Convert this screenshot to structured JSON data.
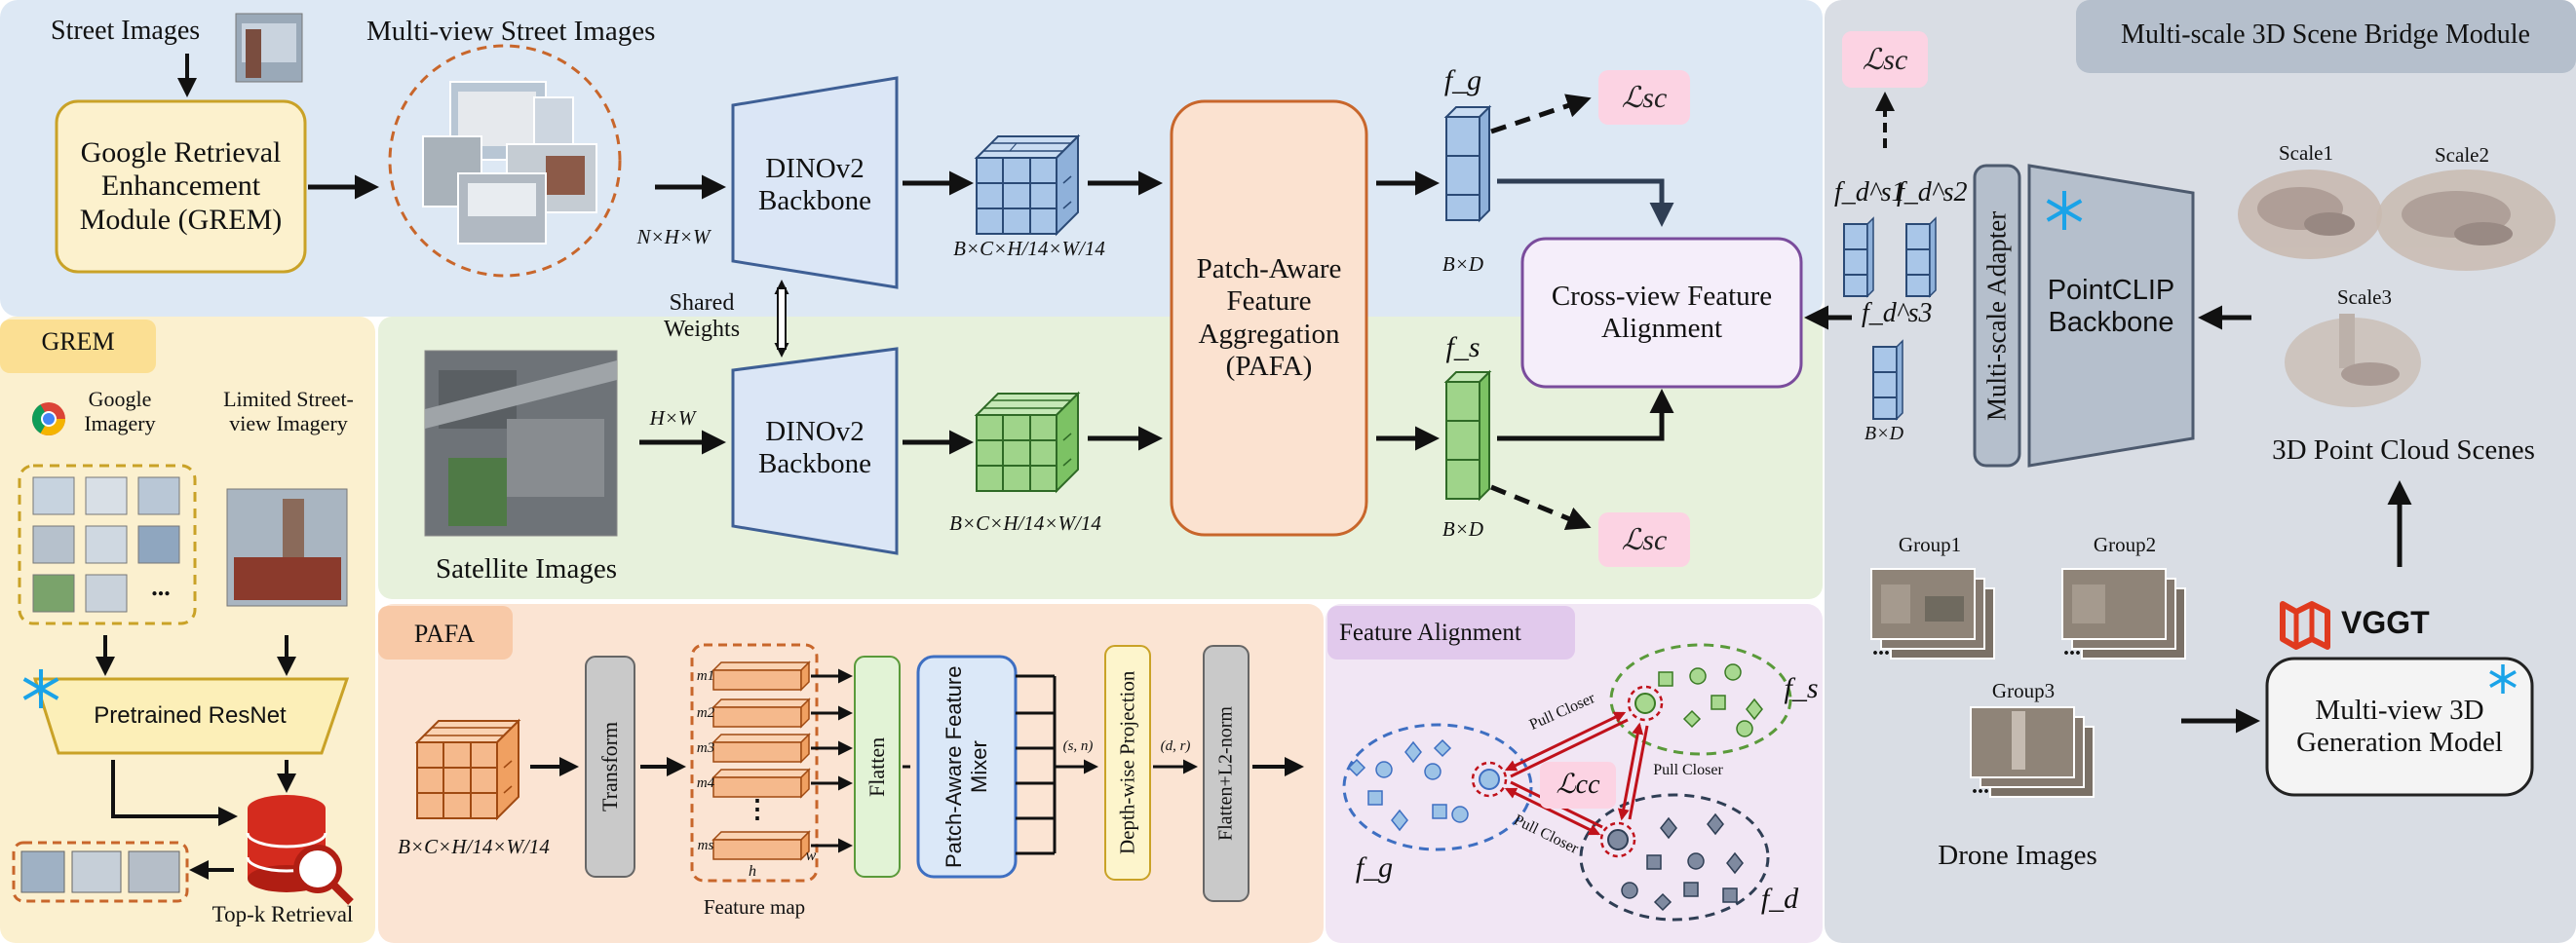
{
  "street": {
    "input_label": "Street Images",
    "multiview_label": "Multi-view Street Images",
    "grem_box": "Google Retrieval Enhancement Module (GREM)",
    "nhw": "N×H×W",
    "backbone": "DINOv2 Backbone",
    "feat_dims": "B×C×H/14×W/14",
    "fg": "f_g",
    "fg_dim": "B×D"
  },
  "shared_weights": "Shared Weights",
  "satellite": {
    "label": "Satellite Images",
    "hw": "H×W",
    "backbone": "DINOv2 Backbone",
    "feat_dims": "B×C×H/14×W/14",
    "fs": "f_s",
    "fs_dim": "B×D"
  },
  "pafa_box": "Patch-Aware Feature Aggregation (PAFA)",
  "cross_view": "Cross-view Feature Alignment",
  "loss_sc": "ℒsc",
  "loss_cc": "ℒcc",
  "grem": {
    "tag": "GREM",
    "google": "Google Imagery",
    "limited": "Limited Street-view Imagery",
    "dots": "...",
    "resnet": "Pretrained ResNet",
    "topk": "Top-k Retrieval"
  },
  "pafa": {
    "tag": "PAFA",
    "dims": "B×C×H/14×W/14",
    "transform": "Transform",
    "fm_labels": [
      "m1",
      "m2",
      "m3",
      "m4",
      "ms"
    ],
    "h": "h",
    "w": "w",
    "feature_map": "Feature map",
    "flatten": "Flatten",
    "mixer": "Patch-Aware Feature Mixer",
    "sn": "(s, n)",
    "depth_proj": "Depth-wise Projection",
    "dr": "(d, r)",
    "flatten_norm": "Flatten+L2-norm"
  },
  "feature_alignment": {
    "tag": "Feature Alignment",
    "pull_closer_1": "Pull Closer",
    "pull_closer_2": "Pull Closer",
    "pull_closer_3": "Pull Closer",
    "fs": "f_s",
    "fg": "f_g",
    "fd": "f_d"
  },
  "bridge": {
    "title": "Multi-scale 3D Scene Bridge Module",
    "fd_s1": "f_d^s1",
    "fd_s2": "f_d^s2",
    "fd_s3": "f_d^s3",
    "fd_dim": "B×D",
    "adapter": "Multi-scale Adapter",
    "pointclip": "PointCLIP Backbone",
    "scale1": "Scale1",
    "scale2": "Scale2",
    "scale3": "Scale3",
    "scenes": "3D Point Cloud Scenes",
    "vggt": "VGGT",
    "gen_model": "Multi-view 3D Generation Model",
    "group1": "Group1",
    "group2": "Group2",
    "group3": "Group3",
    "drone": "Drone Images",
    "dots": "..."
  },
  "colors": {
    "street_bg": "#dde8f4",
    "sat_bg": "#e7f1dc",
    "grem_bg": "#fbf0cf",
    "pafa_bg": "#fbe4d3",
    "align_bg": "#f1e6f4",
    "bridge_bg": "#d9dde4",
    "blue_cube": "#a9c6e8",
    "green_cube": "#9fd48a",
    "orange_cube": "#f5b98c",
    "loss_pink": "#fcd3e3"
  }
}
